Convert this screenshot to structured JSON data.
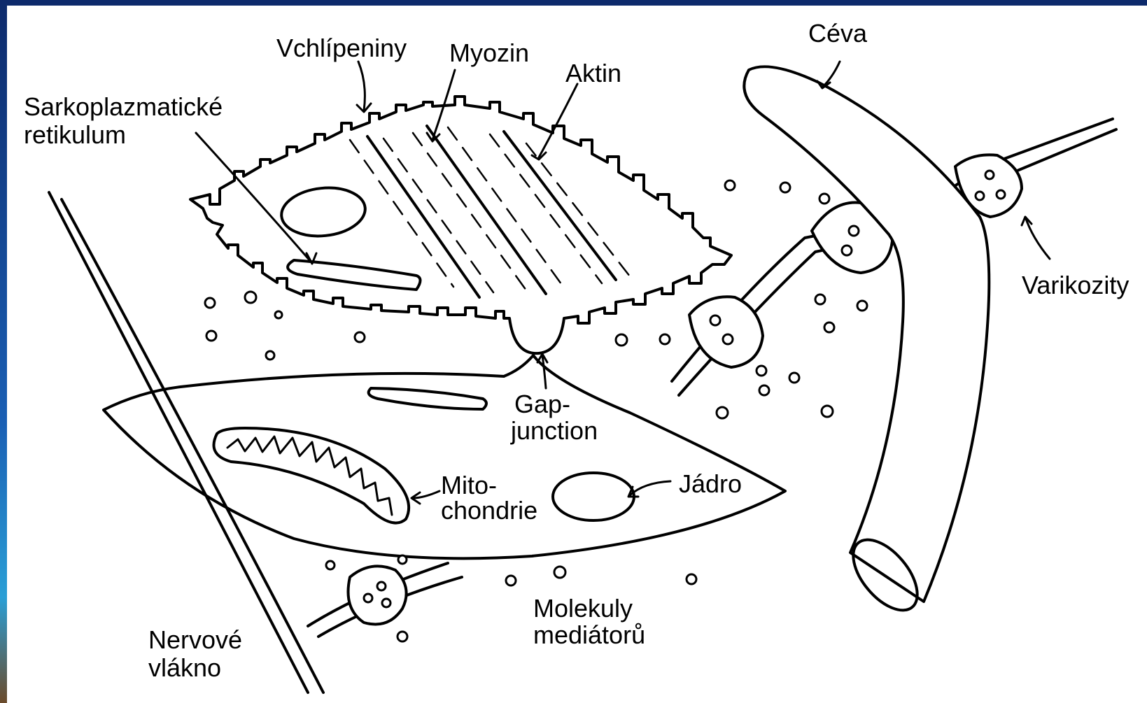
{
  "labels": {
    "vchlipeniny": "Vchlípeniny",
    "myozin": "Myozin",
    "aktin": "Aktin",
    "sarko_1": "Sarkoplazmatické",
    "sarko_2": "retikulum",
    "ceva": "Céva",
    "varikozity": "Varikozity",
    "gap_1": "Gap-",
    "gap_2": "junction",
    "mito_1": "Mito-",
    "mito_2": "chondrie",
    "jadro": "Jádro",
    "molekuly_1": "Molekuly",
    "molekuly_2": "mediátorů",
    "nervove_1": "Nervové",
    "nervove_2": "vlákno"
  },
  "colors": {
    "frame": "#0d2a6b",
    "background": "#ffffff",
    "ink": "#000000"
  }
}
